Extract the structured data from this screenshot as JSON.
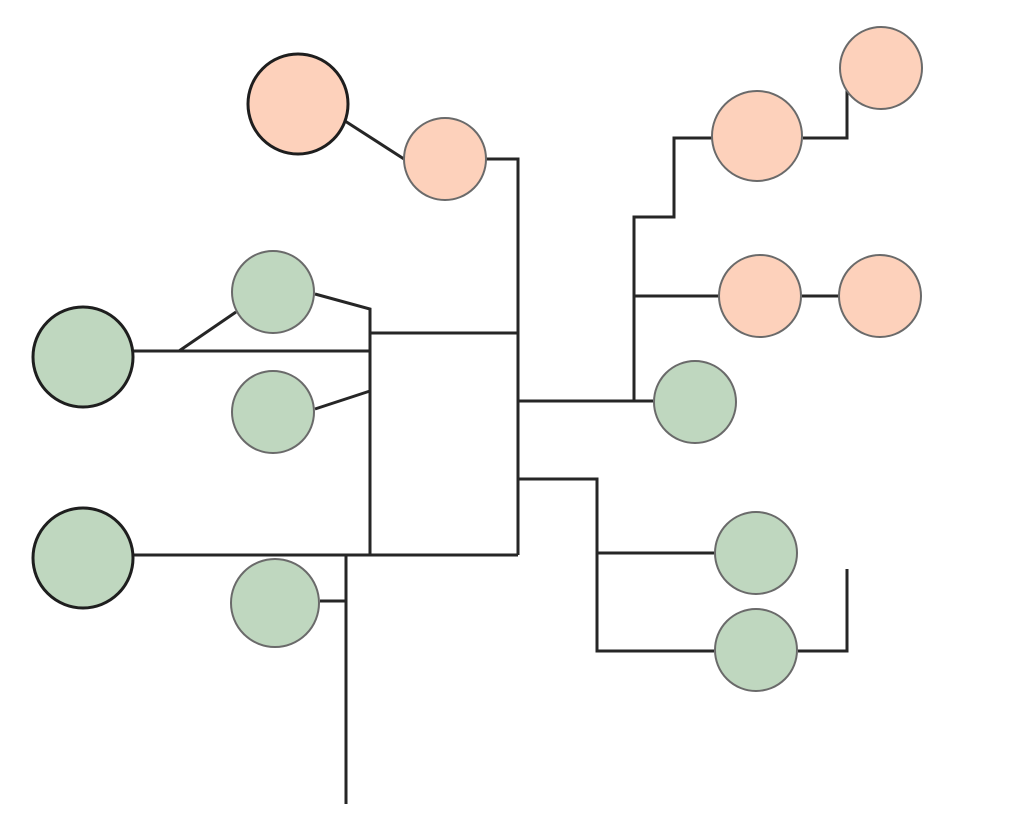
{
  "diagram": {
    "type": "tree-network",
    "background": "#ffffff",
    "colors": {
      "peach_fill": "#fdd1bb",
      "green_fill": "#bfd7bf",
      "node_outline": "#6a6a6a",
      "root_outline": "#1e1e1e",
      "edge": "#262626"
    },
    "nodes": [
      {
        "id": "peach-root",
        "group": "peach",
        "root": true
      },
      {
        "id": "peach-hub",
        "group": "peach",
        "root": false
      },
      {
        "id": "peach-top-right",
        "group": "peach",
        "root": false
      },
      {
        "id": "peach-right-upper",
        "group": "peach",
        "root": false
      },
      {
        "id": "peach-right-middle",
        "group": "peach",
        "root": false
      },
      {
        "id": "peach-far-right",
        "group": "peach",
        "root": false
      },
      {
        "id": "green-root-upper",
        "group": "green",
        "root": true
      },
      {
        "id": "green-root-lower",
        "group": "green",
        "root": true
      },
      {
        "id": "green-left-upper",
        "group": "green",
        "root": false
      },
      {
        "id": "green-left-middle",
        "group": "green",
        "root": false
      },
      {
        "id": "green-left-lower",
        "group": "green",
        "root": false
      },
      {
        "id": "green-center-right",
        "group": "green",
        "root": false
      },
      {
        "id": "green-right-upper",
        "group": "green",
        "root": false
      },
      {
        "id": "green-right-lower",
        "group": "green",
        "root": false
      }
    ],
    "edges": [
      {
        "id": "peach-root-to-hub"
      },
      {
        "id": "hub-to-trunk"
      },
      {
        "id": "trunk-to-green-left"
      },
      {
        "id": "trunk-to-right-branch"
      },
      {
        "id": "right-branch-to-peach-upper"
      },
      {
        "id": "peach-upper-to-top-right"
      },
      {
        "id": "right-branch-to-peach-middle"
      },
      {
        "id": "peach-middle-to-far-right"
      },
      {
        "id": "trunk-to-green-lower-right"
      },
      {
        "id": "green-right-lower-tail"
      },
      {
        "id": "green-left-upper-to-spine"
      },
      {
        "id": "green-left-middle-to-spine"
      },
      {
        "id": "green-root-upper-link"
      },
      {
        "id": "green-root-upper-diagonal"
      },
      {
        "id": "green-root-lower-to-trunk"
      },
      {
        "id": "green-left-lower-to-stem"
      },
      {
        "id": "bottom-stem"
      }
    ]
  }
}
